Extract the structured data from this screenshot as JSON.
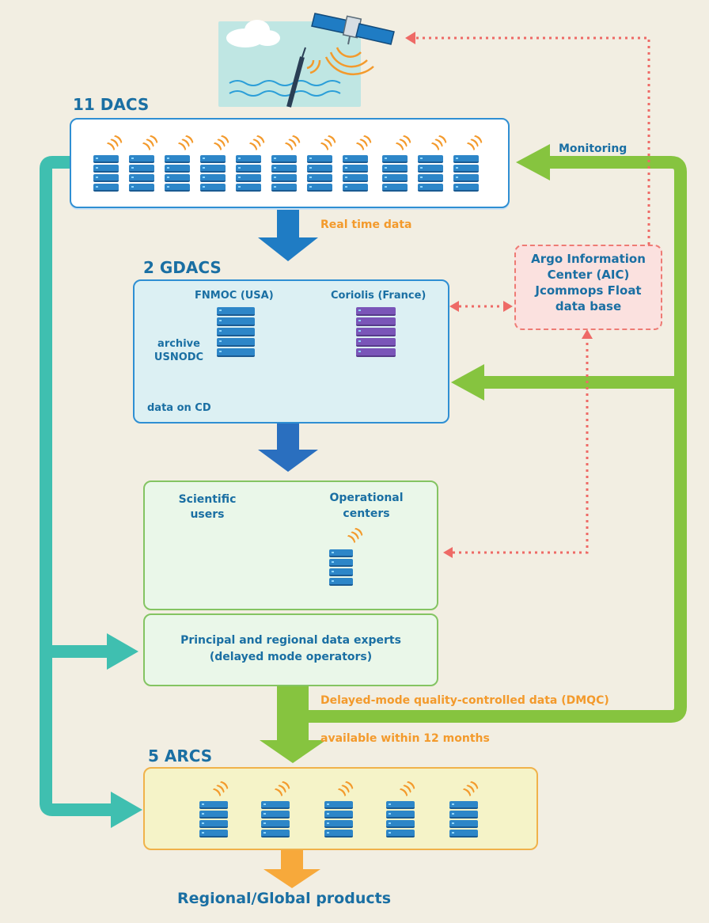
{
  "headings": {
    "dacs": "11 DACS",
    "gdacs": "2 GDACS",
    "arcs": "5 ARCS"
  },
  "gdacs": {
    "fnmoc": "FNMOC (USA)",
    "coriolis": "Coriolis (France)",
    "archive_line1": "archive",
    "archive_line2": "USNODC",
    "data_on_cd": "data on CD"
  },
  "users": {
    "scientific_line1": "Scientific",
    "scientific_line2": "users",
    "operational_line1": "Operational",
    "operational_line2": "centers"
  },
  "experts": {
    "line1": "Principal and regional data experts",
    "line2": "(delayed mode operators)"
  },
  "aic": {
    "line1": "Argo Information",
    "line2": "Center (AIC)",
    "line3": "Jcommops Float",
    "line4": "data base"
  },
  "flow_labels": {
    "real_time": "Real time data",
    "monitoring": "Monitoring",
    "dmqc": "Delayed-mode quality-controlled data (DMQC)",
    "available": "available within 12 months"
  },
  "footer": "Regional/Global products",
  "colors": {
    "background": "#f2eee2",
    "teal_arrow": "#3fbfb0",
    "green_arrow": "#86c43f",
    "blue_arrow": "#1f7cc4",
    "orange_arrow": "#f7a93b",
    "dotted_red": "#ee6a66",
    "title_blue": "#1a6fa3",
    "label_orange": "#f39a2c"
  },
  "icons": [
    "satellite-icon",
    "cloud-icon",
    "float-icon",
    "server-icon",
    "wifi-icon",
    "cd-icon",
    "scientist-icon",
    "monitor-icon",
    "ship-icon"
  ]
}
